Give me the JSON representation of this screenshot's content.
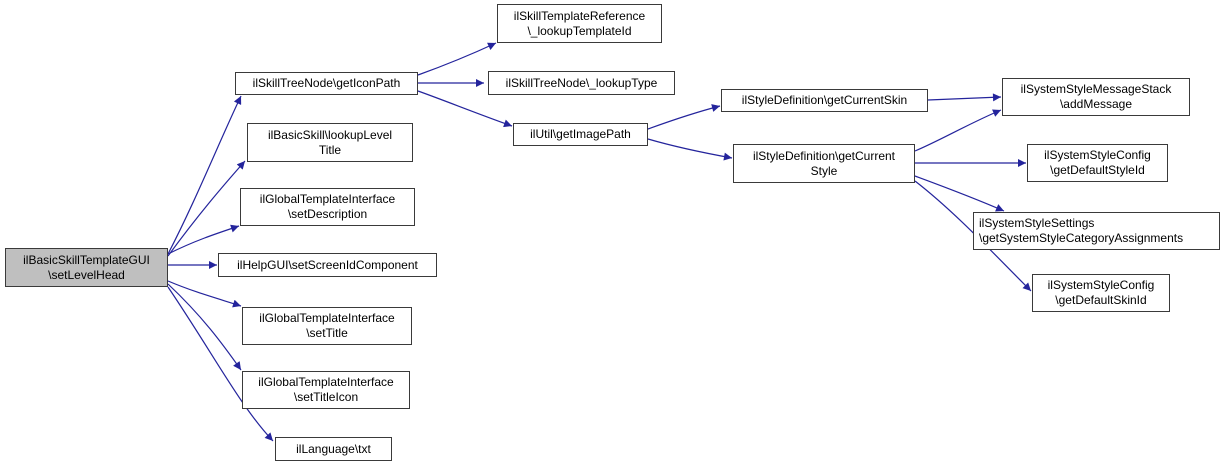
{
  "colors": {
    "edge": "#24249c",
    "node_border": "#3a3a3a",
    "node_fill": "#ffffff",
    "root_fill": "#bfbfbf",
    "background": "#ffffff",
    "text": "#000000"
  },
  "graph": {
    "type": "call-graph",
    "root": "ilBasicSkillTemplateGUI\\setLevelHead",
    "nodes": [
      {
        "id": "setLevelHead",
        "label": "ilBasicSkillTemplateGUI\n\\setLevelHead",
        "is_root": true
      },
      {
        "id": "getIconPath",
        "label": "ilSkillTreeNode\\getIconPath"
      },
      {
        "id": "lookupLevelTitle",
        "label": "ilBasicSkill\\lookupLevel\nTitle"
      },
      {
        "id": "setDescription",
        "label": "ilGlobalTemplateInterface\n\\setDescription"
      },
      {
        "id": "setScreenIdComponent",
        "label": "ilHelpGUI\\setScreenIdComponent"
      },
      {
        "id": "setTitle",
        "label": "ilGlobalTemplateInterface\n\\setTitle"
      },
      {
        "id": "setTitleIcon",
        "label": "ilGlobalTemplateInterface\n\\setTitleIcon"
      },
      {
        "id": "txt",
        "label": "ilLanguage\\txt"
      },
      {
        "id": "lookupTemplateId",
        "label": "ilSkillTemplateReference\n\\_lookupTemplateId"
      },
      {
        "id": "lookupType",
        "label": "ilSkillTreeNode\\_lookupType"
      },
      {
        "id": "getImagePath",
        "label": "ilUtil\\getImagePath"
      },
      {
        "id": "getCurrentSkin",
        "label": "ilStyleDefinition\\getCurrentSkin"
      },
      {
        "id": "getCurrentStyle",
        "label": "ilStyleDefinition\\getCurrent\nStyle"
      },
      {
        "id": "addMessage",
        "label": "ilSystemStyleMessageStack\n\\addMessage"
      },
      {
        "id": "getDefaultStyleId",
        "label": "ilSystemStyleConfig\n\\getDefaultStyleId"
      },
      {
        "id": "getSystemStyleCategoryAssignments",
        "label": "ilSystemStyleSettings\n\\getSystemStyleCategoryAssignments"
      },
      {
        "id": "getDefaultSkinId",
        "label": "ilSystemStyleConfig\n\\getDefaultSkinId"
      }
    ],
    "edges": [
      {
        "from": "setLevelHead",
        "to": "getIconPath"
      },
      {
        "from": "setLevelHead",
        "to": "lookupLevelTitle"
      },
      {
        "from": "setLevelHead",
        "to": "setDescription"
      },
      {
        "from": "setLevelHead",
        "to": "setScreenIdComponent"
      },
      {
        "from": "setLevelHead",
        "to": "setTitle"
      },
      {
        "from": "setLevelHead",
        "to": "setTitleIcon"
      },
      {
        "from": "setLevelHead",
        "to": "txt"
      },
      {
        "from": "getIconPath",
        "to": "lookupTemplateId"
      },
      {
        "from": "getIconPath",
        "to": "lookupType"
      },
      {
        "from": "getIconPath",
        "to": "getImagePath"
      },
      {
        "from": "getImagePath",
        "to": "getCurrentSkin"
      },
      {
        "from": "getImagePath",
        "to": "getCurrentStyle"
      },
      {
        "from": "getCurrentSkin",
        "to": "addMessage"
      },
      {
        "from": "getCurrentStyle",
        "to": "addMessage"
      },
      {
        "from": "getCurrentStyle",
        "to": "getDefaultStyleId"
      },
      {
        "from": "getCurrentStyle",
        "to": "getSystemStyleCategoryAssignments"
      },
      {
        "from": "getCurrentStyle",
        "to": "getDefaultSkinId"
      }
    ]
  }
}
